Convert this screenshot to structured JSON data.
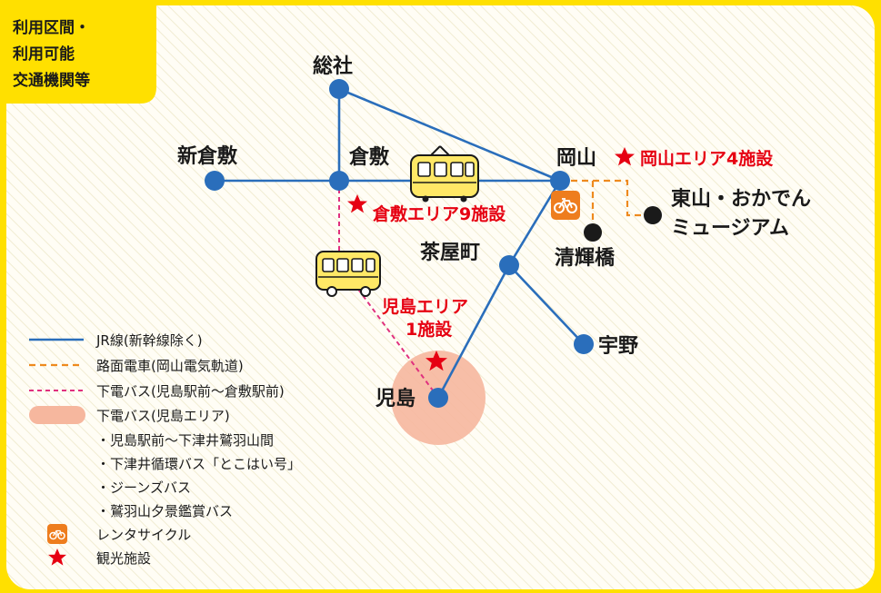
{
  "corner_tab": {
    "lines": [
      "利用区間・",
      "利用可能",
      "交通機関等"
    ]
  },
  "stations": {
    "soja": "総社",
    "shinkurashiki": "新倉敷",
    "kurashiki": "倉敷",
    "okayama": "岡山",
    "chayamachi": "茶屋町",
    "seikibashi": "清輝橋",
    "higashiyama": [
      "東山・おかでん",
      "ミュージアム"
    ],
    "uno": "宇野",
    "kojima": "児島"
  },
  "areas": {
    "okayama": "岡山エリア4施設",
    "kurashiki": "倉敷エリア9施設",
    "kojima": [
      "児島エリア",
      "1施設"
    ]
  },
  "legend": {
    "jr": "JR線(新幹線除く)",
    "tram": "路面電車(岡山電気軌道)",
    "bus_route": "下電バス(児島駅前〜倉敷駅前)",
    "bus_area": "下電バス(児島エリア)",
    "bus_area_items": [
      "・児島駅前〜下津井鷲羽山間",
      "・下津井循環バス「とこはい号」",
      "・ジーンズバス",
      "・鷲羽山夕景鑑賞バス"
    ],
    "rental": "レンタサイクル",
    "spot": "観光施設"
  },
  "colors": {
    "frame": "#ffe000",
    "jr_line": "#2a6ebb",
    "tram_line": "#ee8a1e",
    "bus_line": "#e0307e",
    "kojima_area": "#f6b79e",
    "star": "#e60012",
    "vehicle": "#ffe866"
  },
  "icons": {
    "tram": "tram-icon",
    "bus": "bus-icon",
    "bicycle": "bicycle-icon",
    "star": "star-icon"
  }
}
